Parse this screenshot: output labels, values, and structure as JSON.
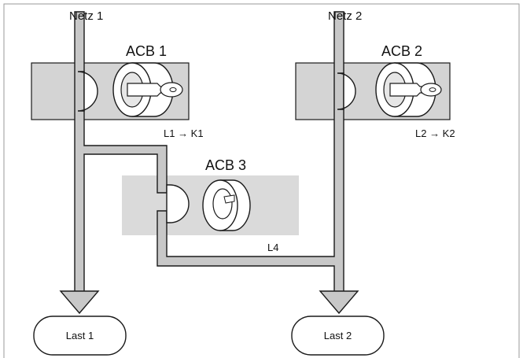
{
  "networks": {
    "net1": "Netz 1",
    "net2": "Netz 2"
  },
  "breakers": {
    "acb1": "ACB 1",
    "acb2": "ACB 2",
    "acb3": "ACB 3"
  },
  "interlocks": {
    "acb1": "L1 → K1",
    "acb2": "L2 → K2",
    "acb3_line": "L4"
  },
  "loads": {
    "load1": "Last 1",
    "load2": "Last 2"
  },
  "colors": {
    "breaker_fill": "#d4d4d4",
    "breaker_fill_light": "#dadada",
    "bar_fill": "#c8c8c8",
    "outline": "#1a1a1a",
    "frame": "#9a9a9a"
  }
}
